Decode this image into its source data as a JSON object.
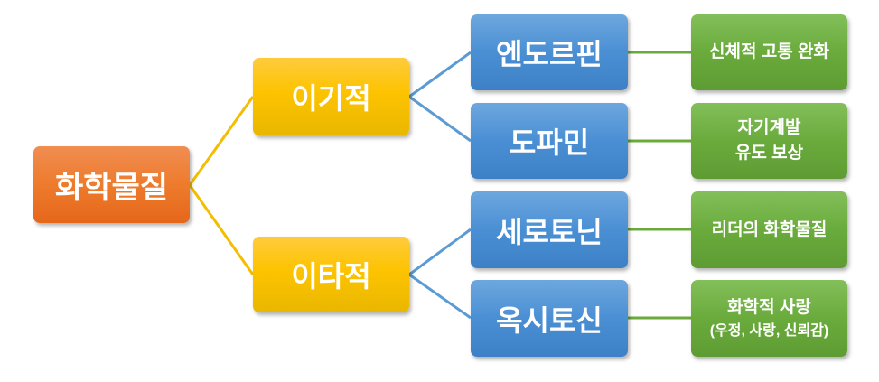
{
  "root": {
    "label": "화학물질"
  },
  "categories": [
    {
      "label": "이기적",
      "children": [
        {
          "label": "엔도르핀",
          "effect": [
            "신체적 고통 완화"
          ]
        },
        {
          "label": "도파민",
          "effect": [
            "자기계발",
            "유도 보상"
          ]
        }
      ]
    },
    {
      "label": "이타적",
      "children": [
        {
          "label": "세로토닌",
          "effect": [
            "리더의 화학물질"
          ]
        },
        {
          "label": "옥시토신",
          "effect": [
            "화학적 사랑",
            "(우정, 사랑, 신뢰감)"
          ]
        }
      ]
    }
  ],
  "colors": {
    "root": "#ee7b2c",
    "category": "#fdc300",
    "chemical": "#4a8fd4",
    "effect": "#6aab3c",
    "line_yellow": "#f5bd00",
    "line_blue": "#5b9bd5",
    "line_green": "#6aab3c"
  }
}
